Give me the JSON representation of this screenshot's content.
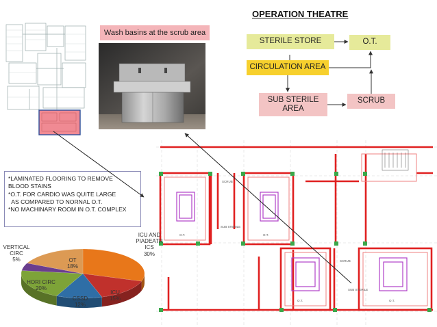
{
  "title": "OPERATION THEATRE",
  "flow": {
    "sterile_store": "STERILE STORE",
    "ot": "O.T.",
    "circulation": "CIRCULATION AREA",
    "sub_sterile_line1": "SUB STERILE",
    "sub_sterile_line2": "AREA",
    "scrub": "SCRUB"
  },
  "photo_caption": "Wash basins at the scrub area",
  "notes": [
    "*LAMINATED FLOORING TO REMOVE",
    "BLOOD STAINS",
    "*O.T. FOR CARDIO WAS QUITE LARGE",
    "  AS COMPARED TO NORNAL O.T.",
    "*NO MACHINARY ROOM IN O.T. COMPLEX"
  ],
  "plan_labels": {
    "ot": "O.T.",
    "scrub": "SCRUB",
    "sub_sterile": "SUB STERILE"
  },
  "chart_data": {
    "type": "pie",
    "slices": [
      {
        "label_lines": [
          "ICU AND",
          "PIADEATR",
          "ICS"
        ],
        "value": 30,
        "value_text": "30%",
        "color": "#e8771a"
      },
      {
        "label_lines": [
          "ICU"
        ],
        "value": 15,
        "value_text": "15%",
        "color": "#c0312c"
      },
      {
        "label_lines": [
          "CSSD"
        ],
        "value": 12,
        "value_text": "12%",
        "color": "#2f6ea6"
      },
      {
        "label_lines": [
          "HORI CIRC"
        ],
        "value": 20,
        "value_text": "20%",
        "color": "#7da338"
      },
      {
        "label_lines": [
          "VERTICAL",
          "CIRC"
        ],
        "value": 5,
        "value_text": "5%",
        "color": "#6a3d8e"
      },
      {
        "label_lines": [
          "OT"
        ],
        "value": 18,
        "value_text": "18%",
        "color": "#dc9a54"
      }
    ]
  },
  "colors": {
    "yellow_box": "#e6ea9a",
    "circulation_box": "#f7d02d",
    "pink_box": "#f3c4c4",
    "caption_bg": "#f4b5b9",
    "wall_red": "#e02020",
    "fixture_purple": "#b040c8"
  }
}
